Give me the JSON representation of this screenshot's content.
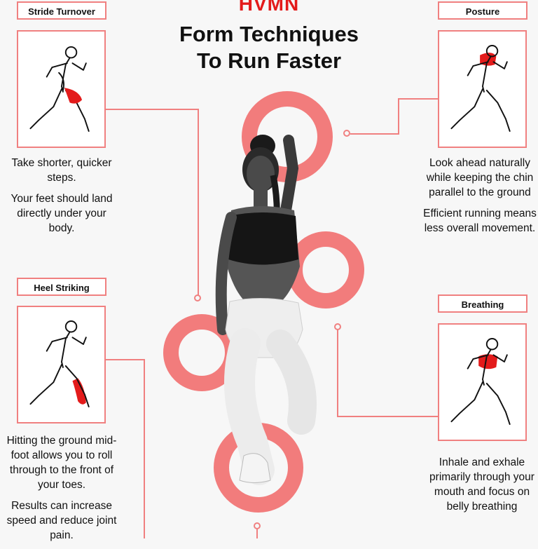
{
  "brand": "HVMN",
  "title": {
    "line1": "Form Techniques",
    "line2": "To Run Faster"
  },
  "sections": {
    "stride": {
      "tag": "Stride Turnover",
      "icon": "runner-hamstring-highlight-icon",
      "text1": "Take shorter, quicker steps.",
      "text2": "Your feet should land directly under your body."
    },
    "posture": {
      "tag": "Posture",
      "icon": "runner-shoulder-highlight-icon",
      "text1": "Look ahead naturally while keeping the chin parallel to the ground",
      "text2": "Efficient running means less overall movement."
    },
    "heel": {
      "tag": "Heel Striking",
      "icon": "runner-calf-highlight-icon",
      "text1": "Hitting the ground mid-foot allows you to roll through to the front of your toes.",
      "text2": "Results can increase speed and reduce joint pain."
    },
    "breathing": {
      "tag": "Breathing",
      "icon": "runner-chest-highlight-icon",
      "text1": "Inhale and exhale primarily through your mouth and focus on belly breathing"
    }
  },
  "colors": {
    "accent": "#e31b1b",
    "ring": "#f27c7c",
    "border": "#f08080",
    "background": "#f7f7f7"
  }
}
